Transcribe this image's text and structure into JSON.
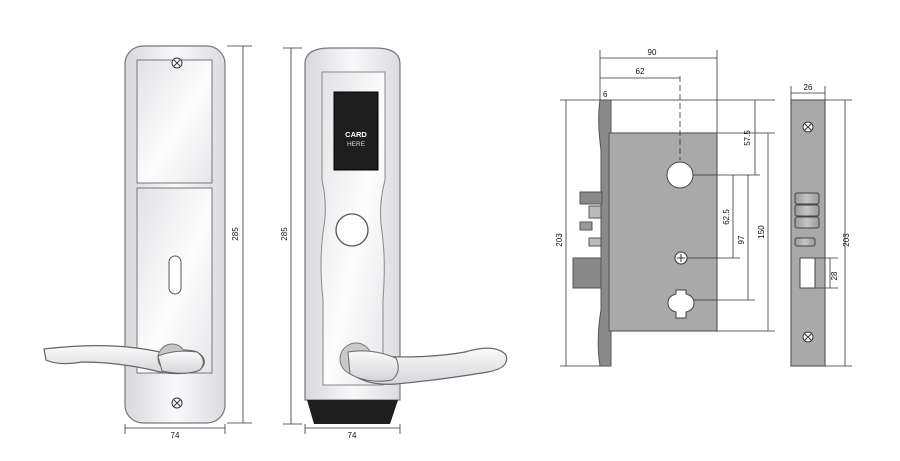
{
  "front_plate": {
    "dim_height": "285",
    "dim_width": "74"
  },
  "reader_plate": {
    "card_line1": "CARD",
    "card_line2": "HERE",
    "dim_height": "285",
    "dim_width": "74"
  },
  "mortise": {
    "dim_width_total": "90",
    "dim_backset": "62",
    "dim_face_offset": "6",
    "dim_height": "203",
    "dim_top_to_spindle": "57.5",
    "dim_spindle_to_screw": "62.5",
    "dim_spindle_to_cylinder": "97",
    "dim_body_height": "150"
  },
  "faceplate": {
    "dim_width": "26",
    "dim_height": "203",
    "dim_latch": "28"
  },
  "colors": {
    "plate_fill": "#ececee",
    "body_grey": "#a9a9a9",
    "card_reader": "#1e1e1e",
    "dimension_line": "#333333"
  }
}
